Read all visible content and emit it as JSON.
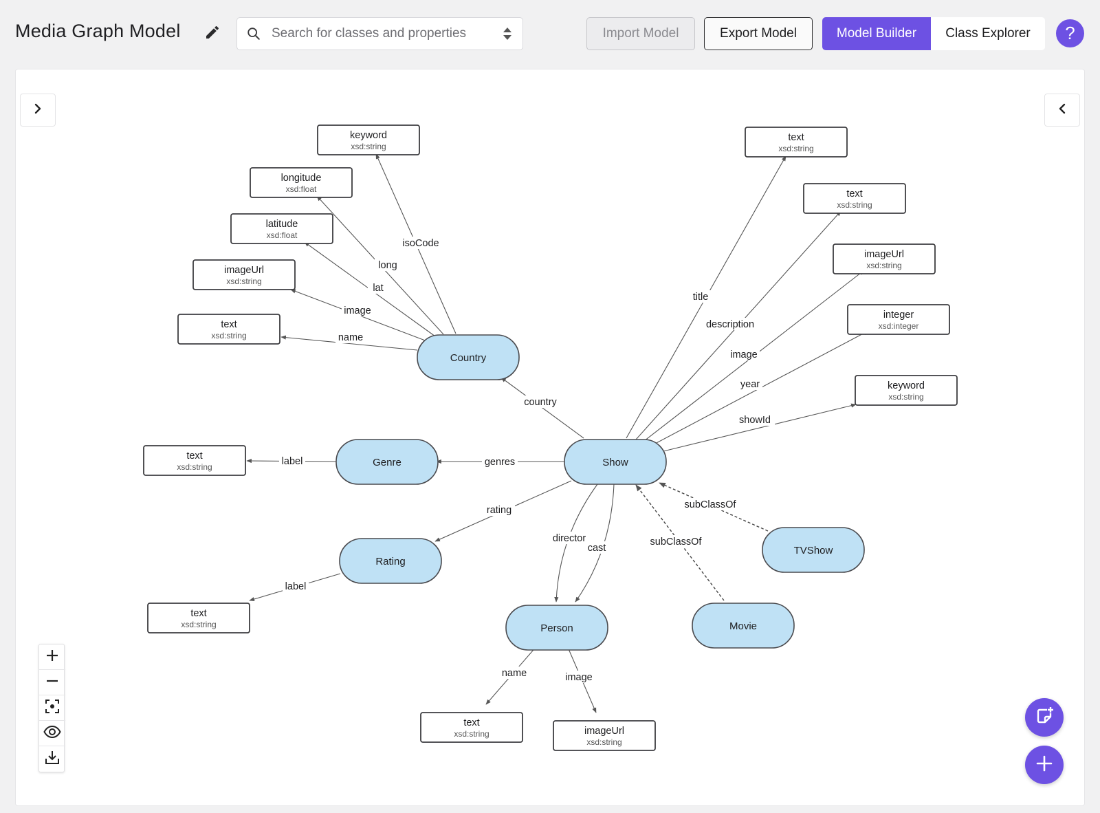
{
  "header": {
    "title": "Media Graph Model",
    "search_placeholder": "Search for classes and properties",
    "import_label": "Import Model",
    "export_label": "Export Model",
    "view_tabs": [
      {
        "label": "Model Builder",
        "active": true
      },
      {
        "label": "Class Explorer",
        "active": false
      }
    ],
    "help_label": "?"
  },
  "colors": {
    "accent": "#6d51e3",
    "class_node_fill": "#bfe1f5",
    "canvas_bg": "#ffffff"
  },
  "icons": {
    "edit": "pencil-icon",
    "search": "search-icon",
    "sort": "sort-icon",
    "left_panel": "chevron-right-icon",
    "right_panel": "chevron-left-icon",
    "zoom_in": "plus-icon",
    "zoom_out": "minus-icon",
    "fit": "fit-view-icon",
    "visibility": "eye-icon",
    "download": "download-icon",
    "new_note": "new-note-icon",
    "add": "plus-icon"
  },
  "graph": {
    "classes": [
      {
        "id": "country",
        "label": "Country"
      },
      {
        "id": "genre",
        "label": "Genre"
      },
      {
        "id": "show",
        "label": "Show"
      },
      {
        "id": "rating",
        "label": "Rating"
      },
      {
        "id": "person",
        "label": "Person"
      },
      {
        "id": "tvshow",
        "label": "TVShow"
      },
      {
        "id": "movie",
        "label": "Movie"
      }
    ],
    "literals": [
      {
        "id": "c_keyword",
        "name": "keyword",
        "type": "xsd:string"
      },
      {
        "id": "c_longitude",
        "name": "longitude",
        "type": "xsd:float"
      },
      {
        "id": "c_latitude",
        "name": "latitude",
        "type": "xsd:float"
      },
      {
        "id": "c_imageurl",
        "name": "imageUrl",
        "type": "xsd:string"
      },
      {
        "id": "c_text",
        "name": "text",
        "type": "xsd:string"
      },
      {
        "id": "g_text",
        "name": "text",
        "type": "xsd:string"
      },
      {
        "id": "r_text",
        "name": "text",
        "type": "xsd:string"
      },
      {
        "id": "s_title",
        "name": "text",
        "type": "xsd:string"
      },
      {
        "id": "s_desc",
        "name": "text",
        "type": "xsd:string"
      },
      {
        "id": "s_image",
        "name": "imageUrl",
        "type": "xsd:string"
      },
      {
        "id": "s_year",
        "name": "integer",
        "type": "xsd:integer"
      },
      {
        "id": "s_showid",
        "name": "keyword",
        "type": "xsd:string"
      },
      {
        "id": "p_text",
        "name": "text",
        "type": "xsd:string"
      },
      {
        "id": "p_image",
        "name": "imageUrl",
        "type": "xsd:string"
      }
    ],
    "edges": [
      {
        "from": "country",
        "to": "c_keyword",
        "label": "isoCode"
      },
      {
        "from": "country",
        "to": "c_longitude",
        "label": "long"
      },
      {
        "from": "country",
        "to": "c_latitude",
        "label": "lat"
      },
      {
        "from": "country",
        "to": "c_imageurl",
        "label": "image"
      },
      {
        "from": "country",
        "to": "c_text",
        "label": "name"
      },
      {
        "from": "show",
        "to": "country",
        "label": "country"
      },
      {
        "from": "show",
        "to": "genre",
        "label": "genres"
      },
      {
        "from": "genre",
        "to": "g_text",
        "label": "label"
      },
      {
        "from": "show",
        "to": "rating",
        "label": "rating"
      },
      {
        "from": "rating",
        "to": "r_text",
        "label": "label"
      },
      {
        "from": "show",
        "to": "person",
        "label": "director"
      },
      {
        "from": "show",
        "to": "person",
        "label": "cast"
      },
      {
        "from": "person",
        "to": "p_text",
        "label": "name"
      },
      {
        "from": "person",
        "to": "p_image",
        "label": "image"
      },
      {
        "from": "show",
        "to": "s_title",
        "label": "title"
      },
      {
        "from": "show",
        "to": "s_desc",
        "label": "description"
      },
      {
        "from": "show",
        "to": "s_image",
        "label": "image"
      },
      {
        "from": "show",
        "to": "s_year",
        "label": "year"
      },
      {
        "from": "show",
        "to": "s_showid",
        "label": "showId"
      },
      {
        "from": "tvshow",
        "to": "show",
        "label": "subClassOf",
        "dashed": true
      },
      {
        "from": "movie",
        "to": "show",
        "label": "subClassOf",
        "dashed": true
      }
    ]
  }
}
